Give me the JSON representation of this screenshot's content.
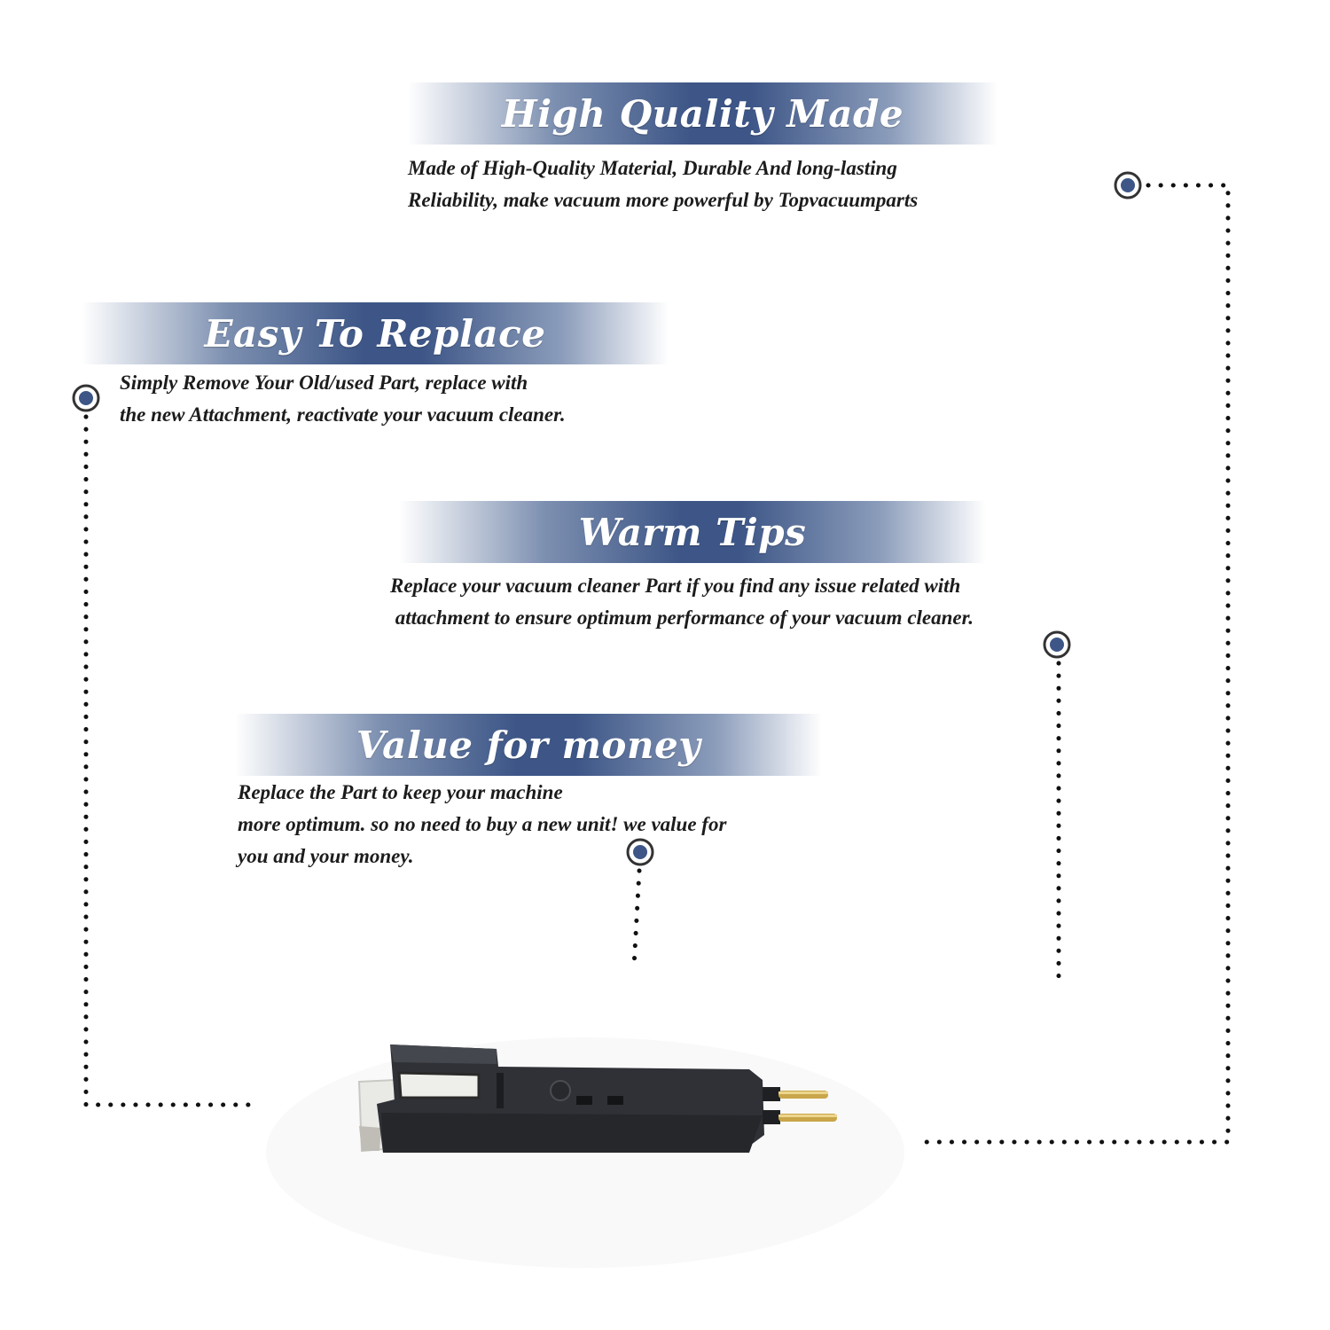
{
  "sections": {
    "quality": {
      "title": "High Quality Made",
      "line1": "Made of  High-Quality Material, Durable And long-lasting",
      "line2": "Reliability, make vacuum more powerful by Topvacuumparts"
    },
    "replace": {
      "title": "Easy To Replace",
      "line1": "Simply Remove Your Old/used Part, replace with",
      "line2": "the new Attachment, reactivate your vacuum cleaner."
    },
    "tips": {
      "title": "Warm Tips",
      "line1": "Replace your vacuum cleaner Part if you find any issue related with",
      "line2": " attachment to ensure optimum performance of your vacuum cleaner."
    },
    "value": {
      "title": "Value for money",
      "line1": "Replace the Part to keep your machine",
      "line2": "more optimum. so no need to buy a new unit! we value for",
      "line3": "you and your money."
    }
  },
  "colors": {
    "banner_blue": "#3d5687",
    "marker_fill": "#3d5687",
    "text": "#1c1c1c",
    "dots": "#111111"
  },
  "icons": [
    "marker-dot-icon",
    "product-image"
  ]
}
